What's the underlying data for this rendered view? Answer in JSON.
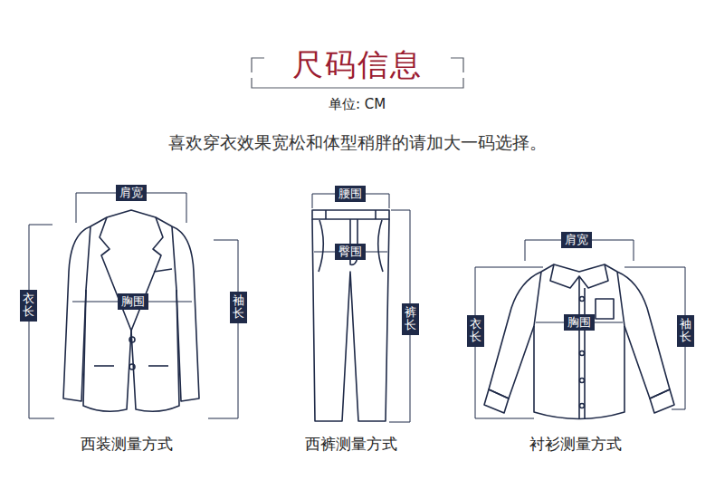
{
  "diagram": {
    "title": "尺码信息",
    "nodes": [
      {
        "text": [
          "肩宽"
        ]
      },
      {
        "text": [
          "衣长"
        ]
      },
      {
        "text": [
          "胸围"
        ]
      },
      {
        "text": [
          "袖长"
        ]
      },
      {
        "text": [
          "腰围"
        ]
      },
      {
        "text": [
          "臀围"
        ]
      },
      {
        "text": [
          "裤长"
        ]
      },
      {
        "text": [
          "肩宽"
        ]
      },
      {
        "text": [
          "衣长"
        ]
      },
      {
        "text": [
          "胸围"
        ]
      },
      {
        "text": [
          "袖长"
        ]
      }
    ],
    "labels": [
      "单位: CM",
      "喜欢穿衣效果宽松和体型稍胖的请加大一码选择。",
      "西装测量方式",
      "西裤测量方式",
      "衬衫测量方式"
    ]
  }
}
